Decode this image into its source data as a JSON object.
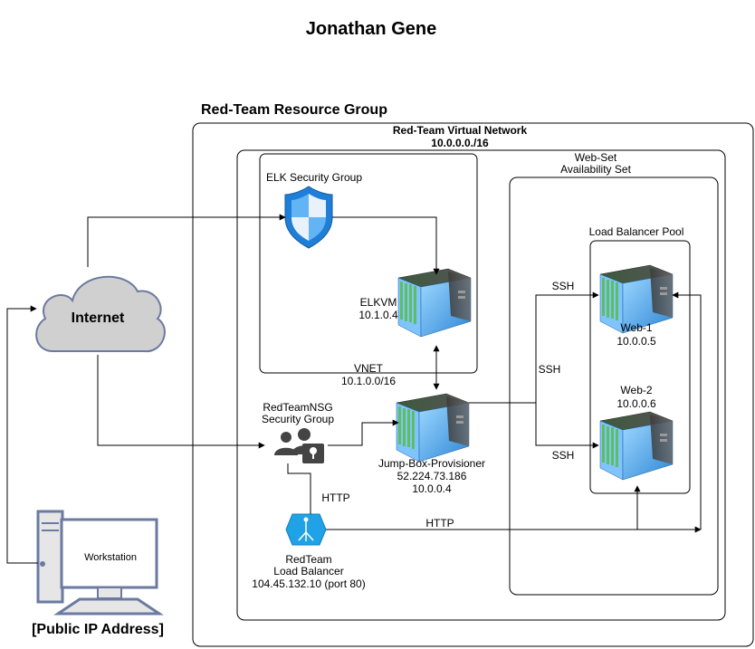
{
  "title": "Jonathan Gene",
  "resource_group": {
    "label": "Red-Team Resource Group"
  },
  "vnet": {
    "name": "Red-Team Virtual Network",
    "cidr": "10.0.0.0./16"
  },
  "availability_set": {
    "line1": "Web-Set",
    "line2": "Availability Set"
  },
  "lb_pool": {
    "label": "Load Balancer Pool"
  },
  "elk_security_group": {
    "label": "ELK Security Group"
  },
  "elk_vnet": {
    "line1": "VNET",
    "line2": "10.1.0.0/16"
  },
  "elkvm": {
    "name": "ELKVM",
    "ip": "10.1.0.4"
  },
  "internet": {
    "label": "Internet"
  },
  "nsg": {
    "line1": "RedTeamNSG",
    "line2": "Security Group"
  },
  "jumpbox": {
    "name": "Jump-Box-Provisioner",
    "public_ip": "52.224.73.186",
    "private_ip": "10.0.0.4"
  },
  "web1": {
    "name": "Web-1",
    "ip": "10.0.0.5"
  },
  "web2": {
    "name": "Web-2",
    "ip": "10.0.0.6"
  },
  "load_balancer": {
    "line1": "RedTeam",
    "line2": "Load Balancer",
    "line3": "104.45.132.10 (port 80)"
  },
  "workstation": {
    "label": "Workstation",
    "caption": "[Public IP Address]"
  },
  "edge_labels": {
    "ssh_top": "SSH",
    "ssh_mid": "SSH",
    "ssh_bottom": "SSH",
    "http_vertical": "HTTP",
    "http_horizontal": "HTTP"
  },
  "colors": {
    "cloud_fill": "#d0d0d0",
    "cloud_stroke": "#6b7aa1",
    "shield_blue": "#1f7ed8",
    "lb_blue": "#1fa3e6",
    "workstation_stroke": "#6b7aa1",
    "workstation_fill": "#e6e6e6"
  }
}
